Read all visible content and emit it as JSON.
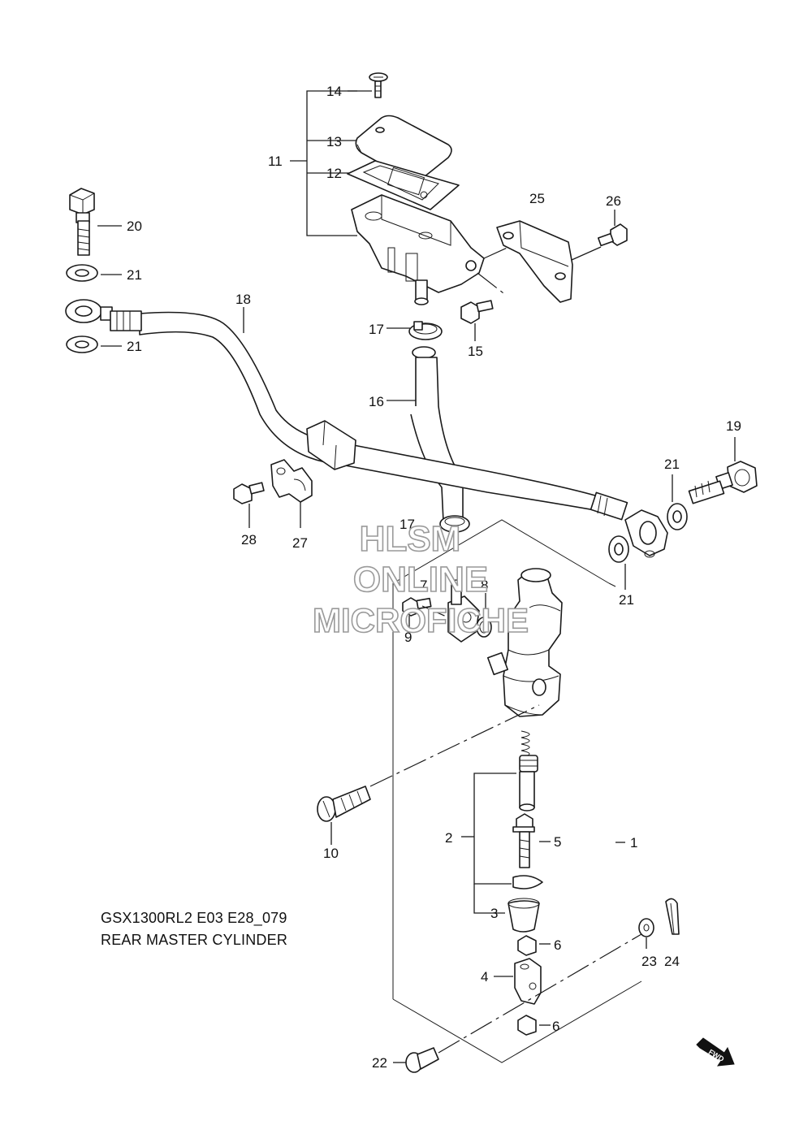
{
  "caption": {
    "model": "GSX1300RL2 E03 E28_079",
    "title": "REAR MASTER CYLINDER"
  },
  "watermark": {
    "line1": "HLSM",
    "line2": "ONLINE",
    "line3": "MICROFICHE"
  },
  "fwd_label": "FWD",
  "callouts": {
    "c1": "1",
    "c2": "2",
    "c3": "3",
    "c4": "4",
    "c5": "5",
    "c6a": "6",
    "c6b": "6",
    "c7": "7",
    "c8": "8",
    "c9": "9",
    "c10": "10",
    "c11": "11",
    "c12": "12",
    "c13": "13",
    "c14": "14",
    "c15": "15",
    "c16": "16",
    "c17a": "17",
    "c17b": "17",
    "c18": "18",
    "c19": "19",
    "c20": "20",
    "c21a": "21",
    "c21b": "21",
    "c21c": "21",
    "c21d": "21",
    "c22": "22",
    "c23": "23",
    "c24": "24",
    "c25": "25",
    "c26": "26",
    "c27": "27",
    "c28": "28"
  },
  "icons": {
    "fwd": "fwd-arrow-icon"
  }
}
